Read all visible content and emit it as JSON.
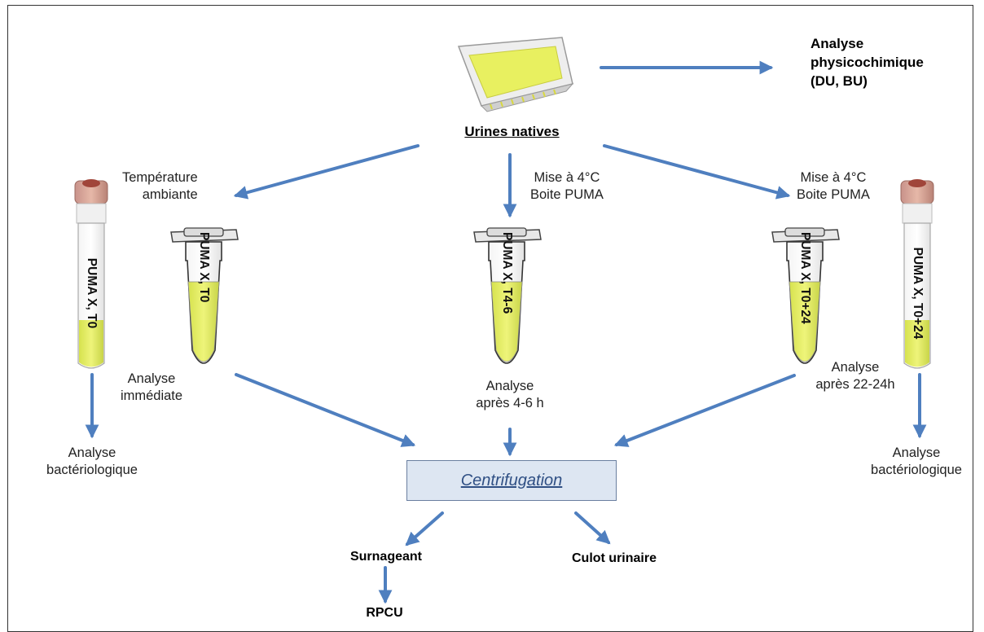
{
  "nodes": {
    "physicochemical": [
      "Analyse",
      "physicochimique",
      "(DU, BU)"
    ],
    "native_urine": "Urines natives",
    "ambient_temp": [
      "Température",
      "ambiante"
    ],
    "cold_center": [
      "Mise à 4°C",
      "Boite PUMA"
    ],
    "cold_right": [
      "Mise à 4°C",
      "Boite PUMA"
    ],
    "immediate_analysis": [
      "Analyse",
      "immédiate"
    ],
    "analysis_4_6": [
      "Analyse",
      "après 4-6 h"
    ],
    "analysis_22_24": [
      "Analyse",
      "après 22-24h"
    ],
    "bacterio_left": [
      "Analyse",
      "bactériologique"
    ],
    "bacterio_right": [
      "Analyse",
      "bactériologique"
    ],
    "centrifugation": "Centrifugation",
    "supernatant": "Surnageant",
    "pellet": "Culot urinaire",
    "rpcu": "RPCU"
  },
  "tubes": {
    "left_tube": "PUMA X, T0",
    "eppendorf_t0": "PUMA X, T0",
    "eppendorf_t4_6": "PUMA X, T4-6",
    "eppendorf_t0_24": "PUMA X, T0+24",
    "right_tube": "PUMA X, T0+24"
  },
  "colors": {
    "arrow": "#4f7fbf",
    "urine": "#e6f06a",
    "cap": "#d8a898",
    "box_fill": "#dde6f2",
    "box_text": "#2f4f84"
  },
  "icons": [
    "urine-container-icon",
    "collection-tube-icon",
    "eppendorf-tube-icon"
  ]
}
